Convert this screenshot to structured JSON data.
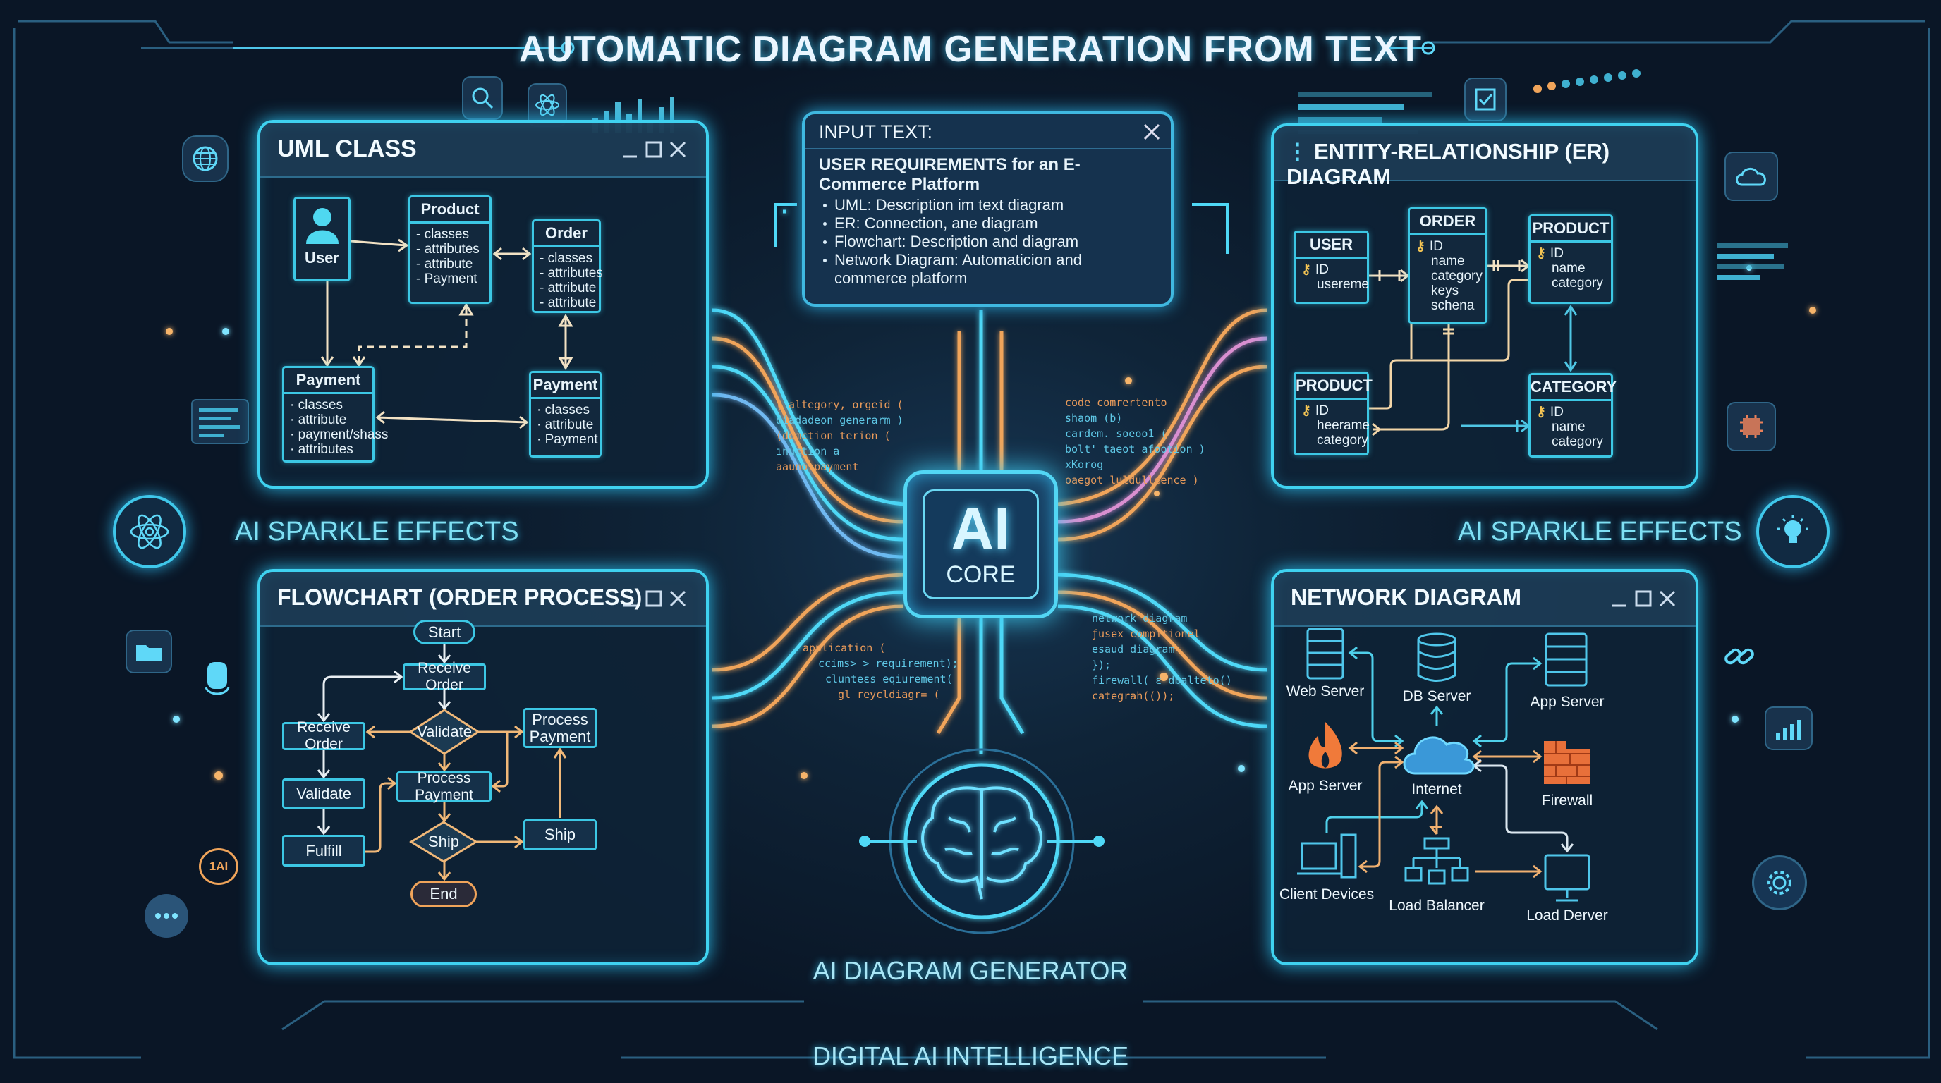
{
  "title": "AUTOMATIC DIAGRAM GENERATION FROM TEXT",
  "colors": {
    "accent_cyan": "#3fd2f0",
    "accent_orange": "#f0a45a",
    "background": "#0a1626"
  },
  "uml": {
    "title": "UML CLASS",
    "user": "User",
    "product": {
      "name": "Product",
      "items": [
        "- classes",
        "- attributes",
        "- attribute",
        "- Payment"
      ]
    },
    "order": {
      "name": "Order",
      "items": [
        "- classes",
        "- attributes",
        "- attribute",
        "- attribute"
      ]
    },
    "payment_left": {
      "name": "Payment",
      "items": [
        "· classes",
        "· attribute",
        "· payment/shass",
        "· attributes"
      ]
    },
    "payment_right": {
      "name": "Payment",
      "items": [
        "· classes",
        "· attribute",
        "· Payment"
      ]
    }
  },
  "input": {
    "header": "INPUT TEXT:",
    "heading": "USER REQUIREMENTS for an E-Commerce Platform",
    "bullets": [
      "UML: Description im text diagram",
      "ER: Connection, ane diagram",
      "Flowchart: Description and diagram",
      "Network Diagram: Automaticion and commerce platform"
    ]
  },
  "er": {
    "title": "ENTITY-RELATIONSHIP (ER) DIAGRAM",
    "user": {
      "name": "USER",
      "fields": [
        "ID",
        "usereme"
      ]
    },
    "order": {
      "name": "ORDER",
      "fields": [
        "ID",
        "name",
        "category",
        "keys",
        "schena"
      ]
    },
    "product_top": {
      "name": "PRODUCT",
      "fields": [
        "ID",
        "name",
        "category"
      ]
    },
    "product_bottom": {
      "name": "PRODUCT",
      "fields": [
        "ID",
        "heerame",
        "category"
      ]
    },
    "category": {
      "name": "CATEGORY",
      "fields": [
        "ID",
        "name",
        "category"
      ]
    }
  },
  "sparkle_left": "AI SPARKLE EFFECTS",
  "sparkle_right": "AI SPARKLE EFFECTS",
  "core": {
    "ai": "AI",
    "label": "CORE"
  },
  "flowchart": {
    "title": "FLOWCHART (ORDER PROCESS)",
    "start": "Start",
    "receive_order_main": "Receive Order",
    "validate_decision": "Validate",
    "receive_order_left": "Receive Order",
    "process_payment_right": "Process Payment",
    "validate_left": "Validate",
    "process_payment_main": "Process Payment",
    "fulfill": "Fulfill",
    "ship_decision": "Ship",
    "ship_right": "Ship",
    "end": "End"
  },
  "network": {
    "title": "NETWORK DIAGRAM",
    "web_server": "Web Server",
    "db_server": "DB Server",
    "app_server_right": "App Server",
    "app_server_left": "App Server",
    "internet": "Internet",
    "firewall": "Firewall",
    "client_devices": "Client Devices",
    "load_balancer": "Load Balancer",
    "load_derver": "Load Derver"
  },
  "code": {
    "upper_left": [
      "( altegory, orgeid (",
      "diadadeon generarm )",
      "(domction terion (",
      "ınuction a",
      "aauno payment"
    ],
    "upper_right": [
      "code comrertento",
      "shaom (b)",
      "cardem. soeoo1 (",
      "bolt' taeot afootion )",
      "xKorog",
      "oaegot luldulleence )"
    ],
    "lower_left": [
      "application (",
      "ccims> > requirement);",
      "clunteɛs eqiurement(",
      "gl reycldiagr= ("
    ],
    "lower_right": [
      "network diagram",
      "ƒusex compitionel",
      "esaud diagram",
      "});",
      "firewall( ɛ dbalteto()",
      "categrah(());"
    ]
  },
  "side_badge": "1AI",
  "generator_label": "AI DIAGRAM GENERATOR",
  "footer": "DIGITAL AI INTELLIGENCE"
}
